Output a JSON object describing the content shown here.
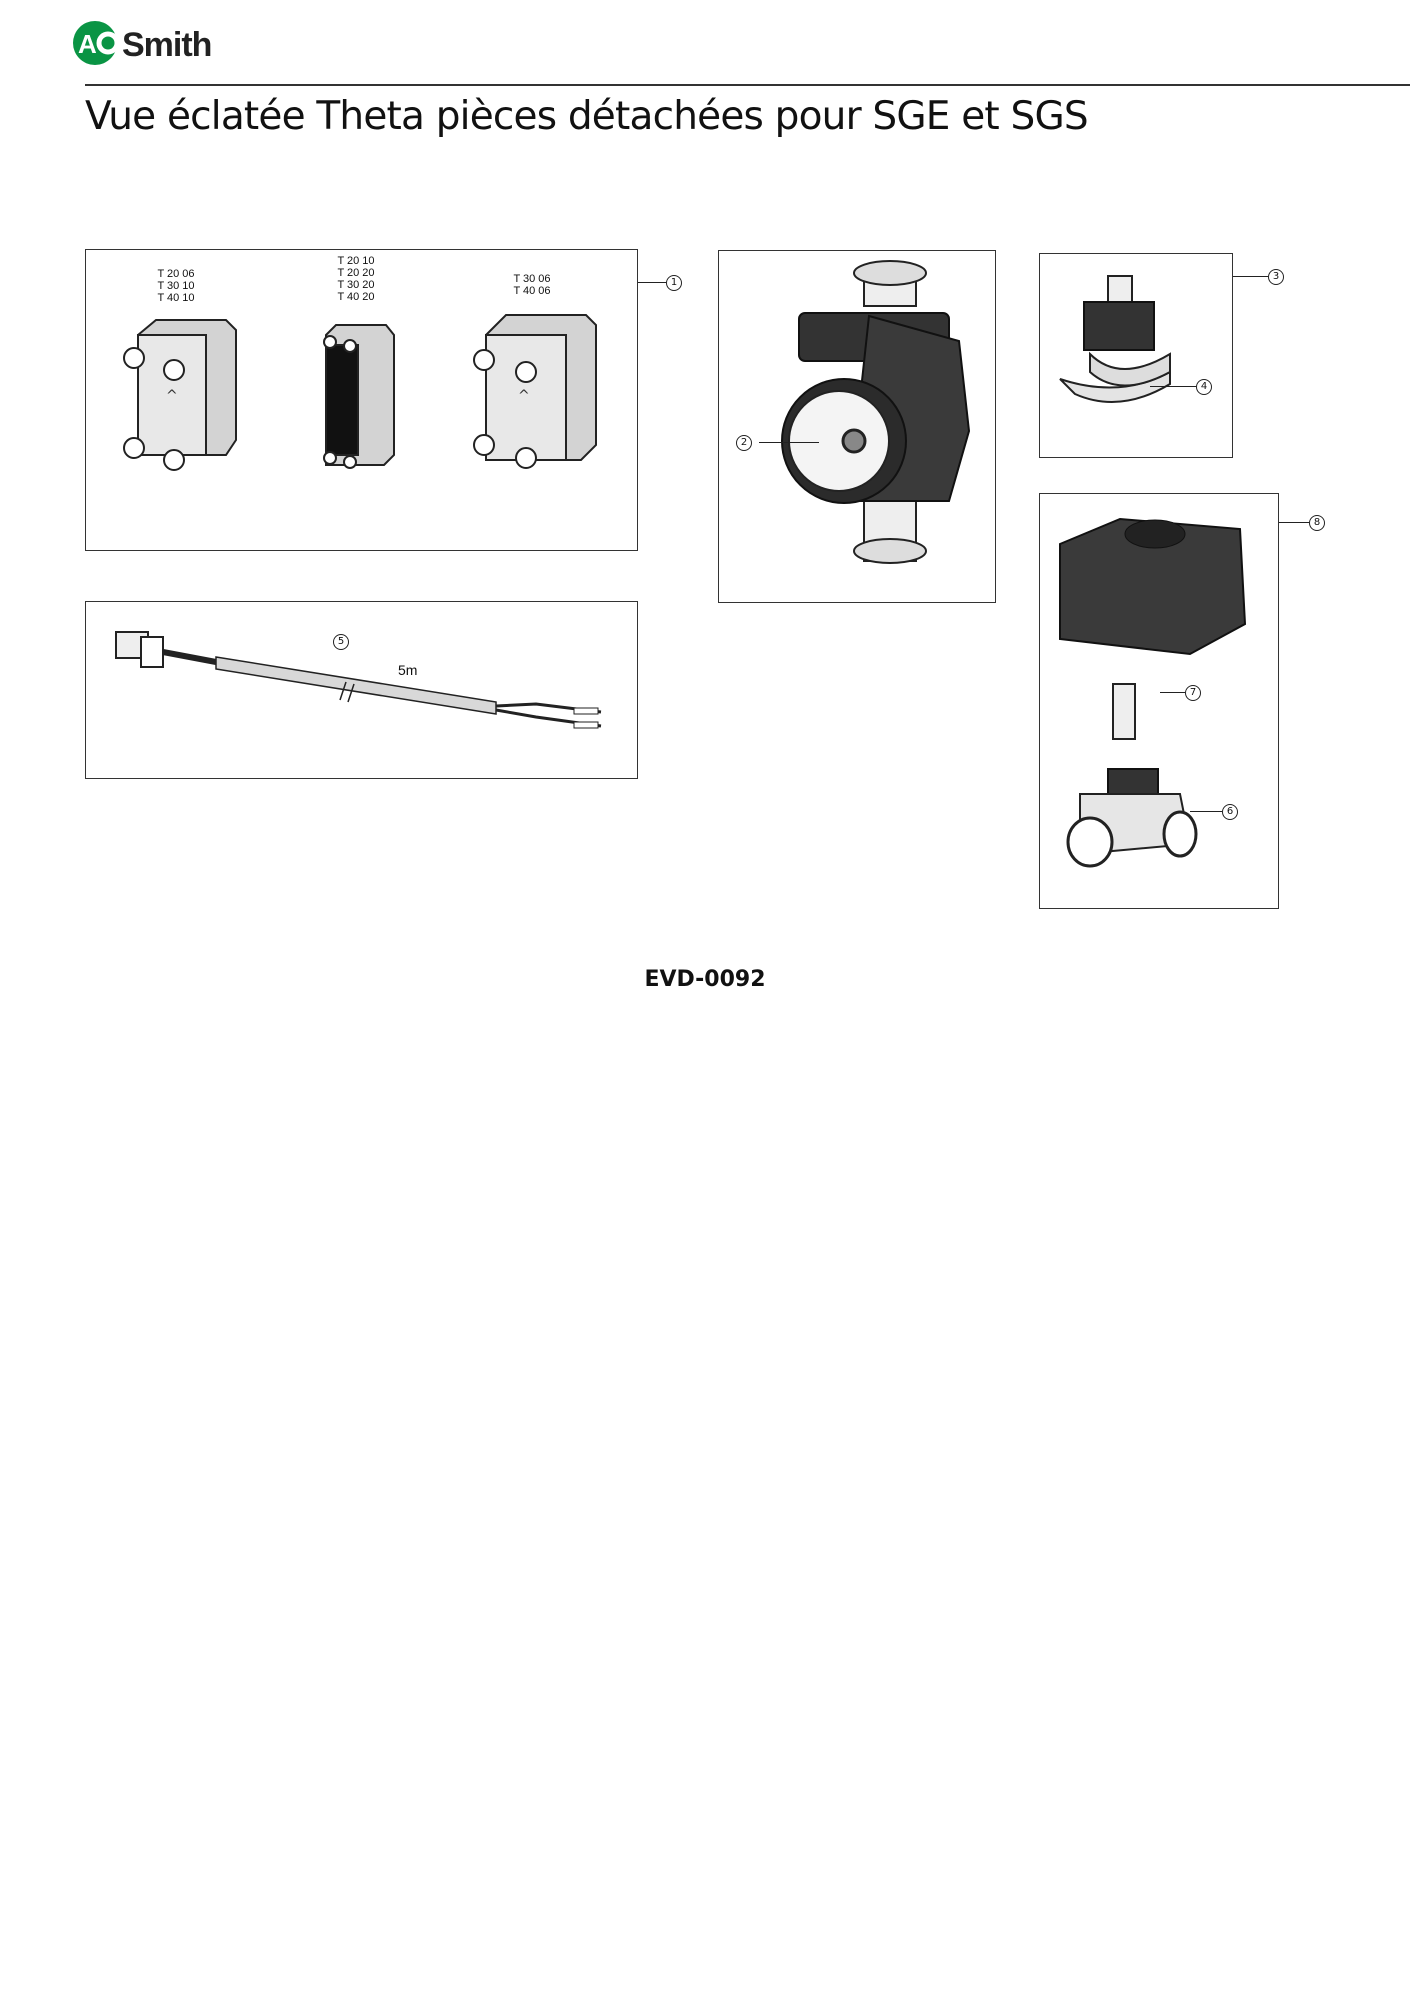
{
  "header": {
    "logo_text": "AOSmith",
    "brand_color": "#0a9444",
    "title": "Vue éclatée Theta pièces détachées pour SGE et SGS"
  },
  "figures": {
    "heat_exchangers": {
      "callout": "1",
      "models": [
        "T 20 06\nT 30 10\nT 40 10",
        "T 20 10\nT 20 20\nT 30 20\nT 40 20",
        "T 30 06\nT 40 06"
      ]
    },
    "pump": {
      "callout": "2"
    },
    "sensor_clip": {
      "callouts": [
        "3",
        "4"
      ]
    },
    "cable": {
      "callout": "5",
      "length_label": "5m"
    },
    "valve": {
      "callouts": [
        "8",
        "7",
        "6"
      ]
    }
  },
  "footer": {
    "document_code": "EVD-0092"
  }
}
